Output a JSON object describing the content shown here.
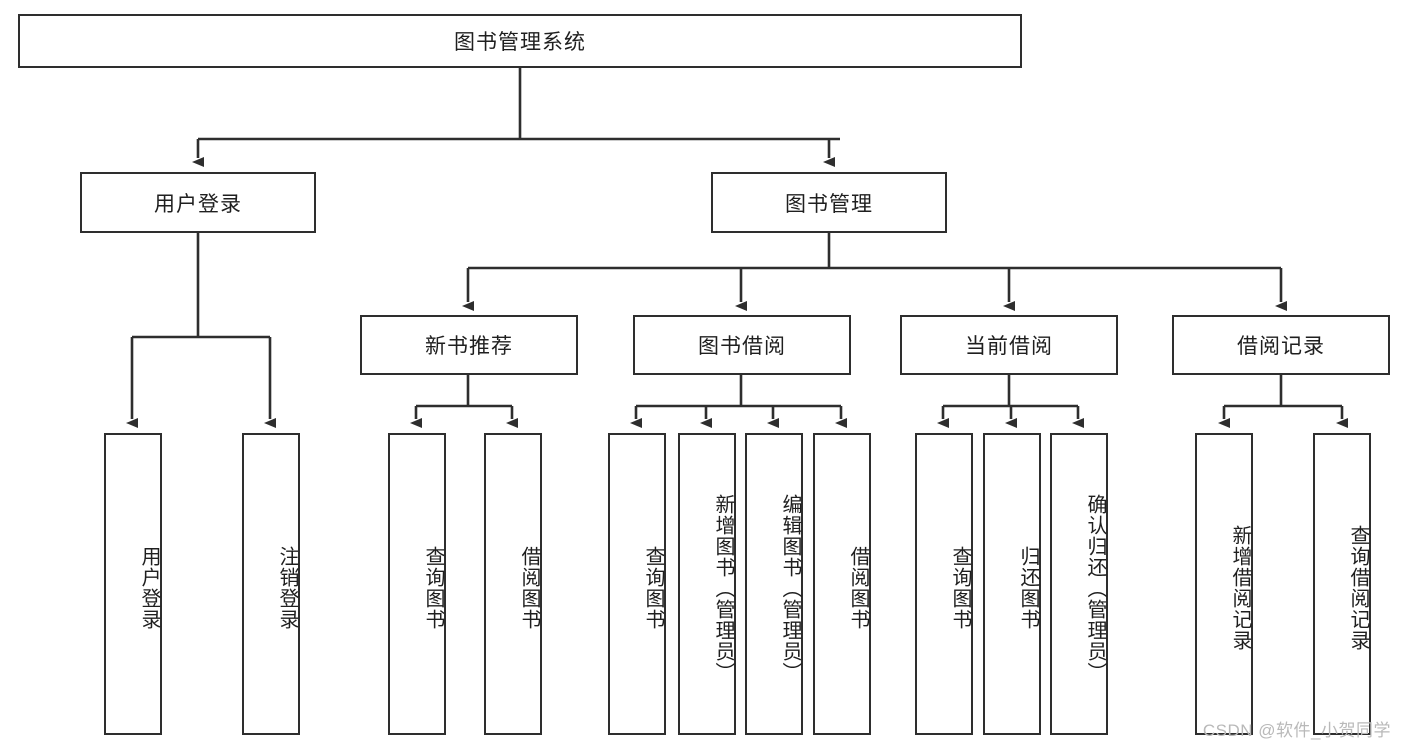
{
  "diagram": {
    "title": "图书管理系统",
    "type": "hierarchical-tree",
    "colors": {
      "box_border": "#2e2e2e",
      "box_fill": "#ffffff",
      "text": "#1f1f1f",
      "connector": "#2e2e2e",
      "watermark": "#b9b9b9",
      "background": "#ffffff"
    }
  },
  "root": {
    "label": "图书管理系统"
  },
  "level1": [
    {
      "label": "用户登录"
    },
    {
      "label": "图书管理"
    }
  ],
  "level2": [
    {
      "label": "新书推荐"
    },
    {
      "label": "图书借阅"
    },
    {
      "label": "当前借阅"
    },
    {
      "label": "借阅记录"
    }
  ],
  "leaves": {
    "user_login": [
      {
        "label": "用户登录"
      },
      {
        "label": "注销登录"
      }
    ],
    "new_book_recommend": [
      {
        "label": "查询图书"
      },
      {
        "label": "借阅图书"
      }
    ],
    "book_borrow": [
      {
        "label": "查询图书"
      },
      {
        "label": "新增图书（管理员）"
      },
      {
        "label": "编辑图书（管理员）"
      },
      {
        "label": "借阅图书"
      }
    ],
    "current_borrow": [
      {
        "label": "查询图书"
      },
      {
        "label": "归还图书"
      },
      {
        "label": "确认归还（管理员）"
      }
    ],
    "borrow_record": [
      {
        "label": "新增借阅记录"
      },
      {
        "label": "查询借阅记录"
      }
    ]
  },
  "watermark": {
    "text": "CSDN @软件_小贺同学"
  }
}
